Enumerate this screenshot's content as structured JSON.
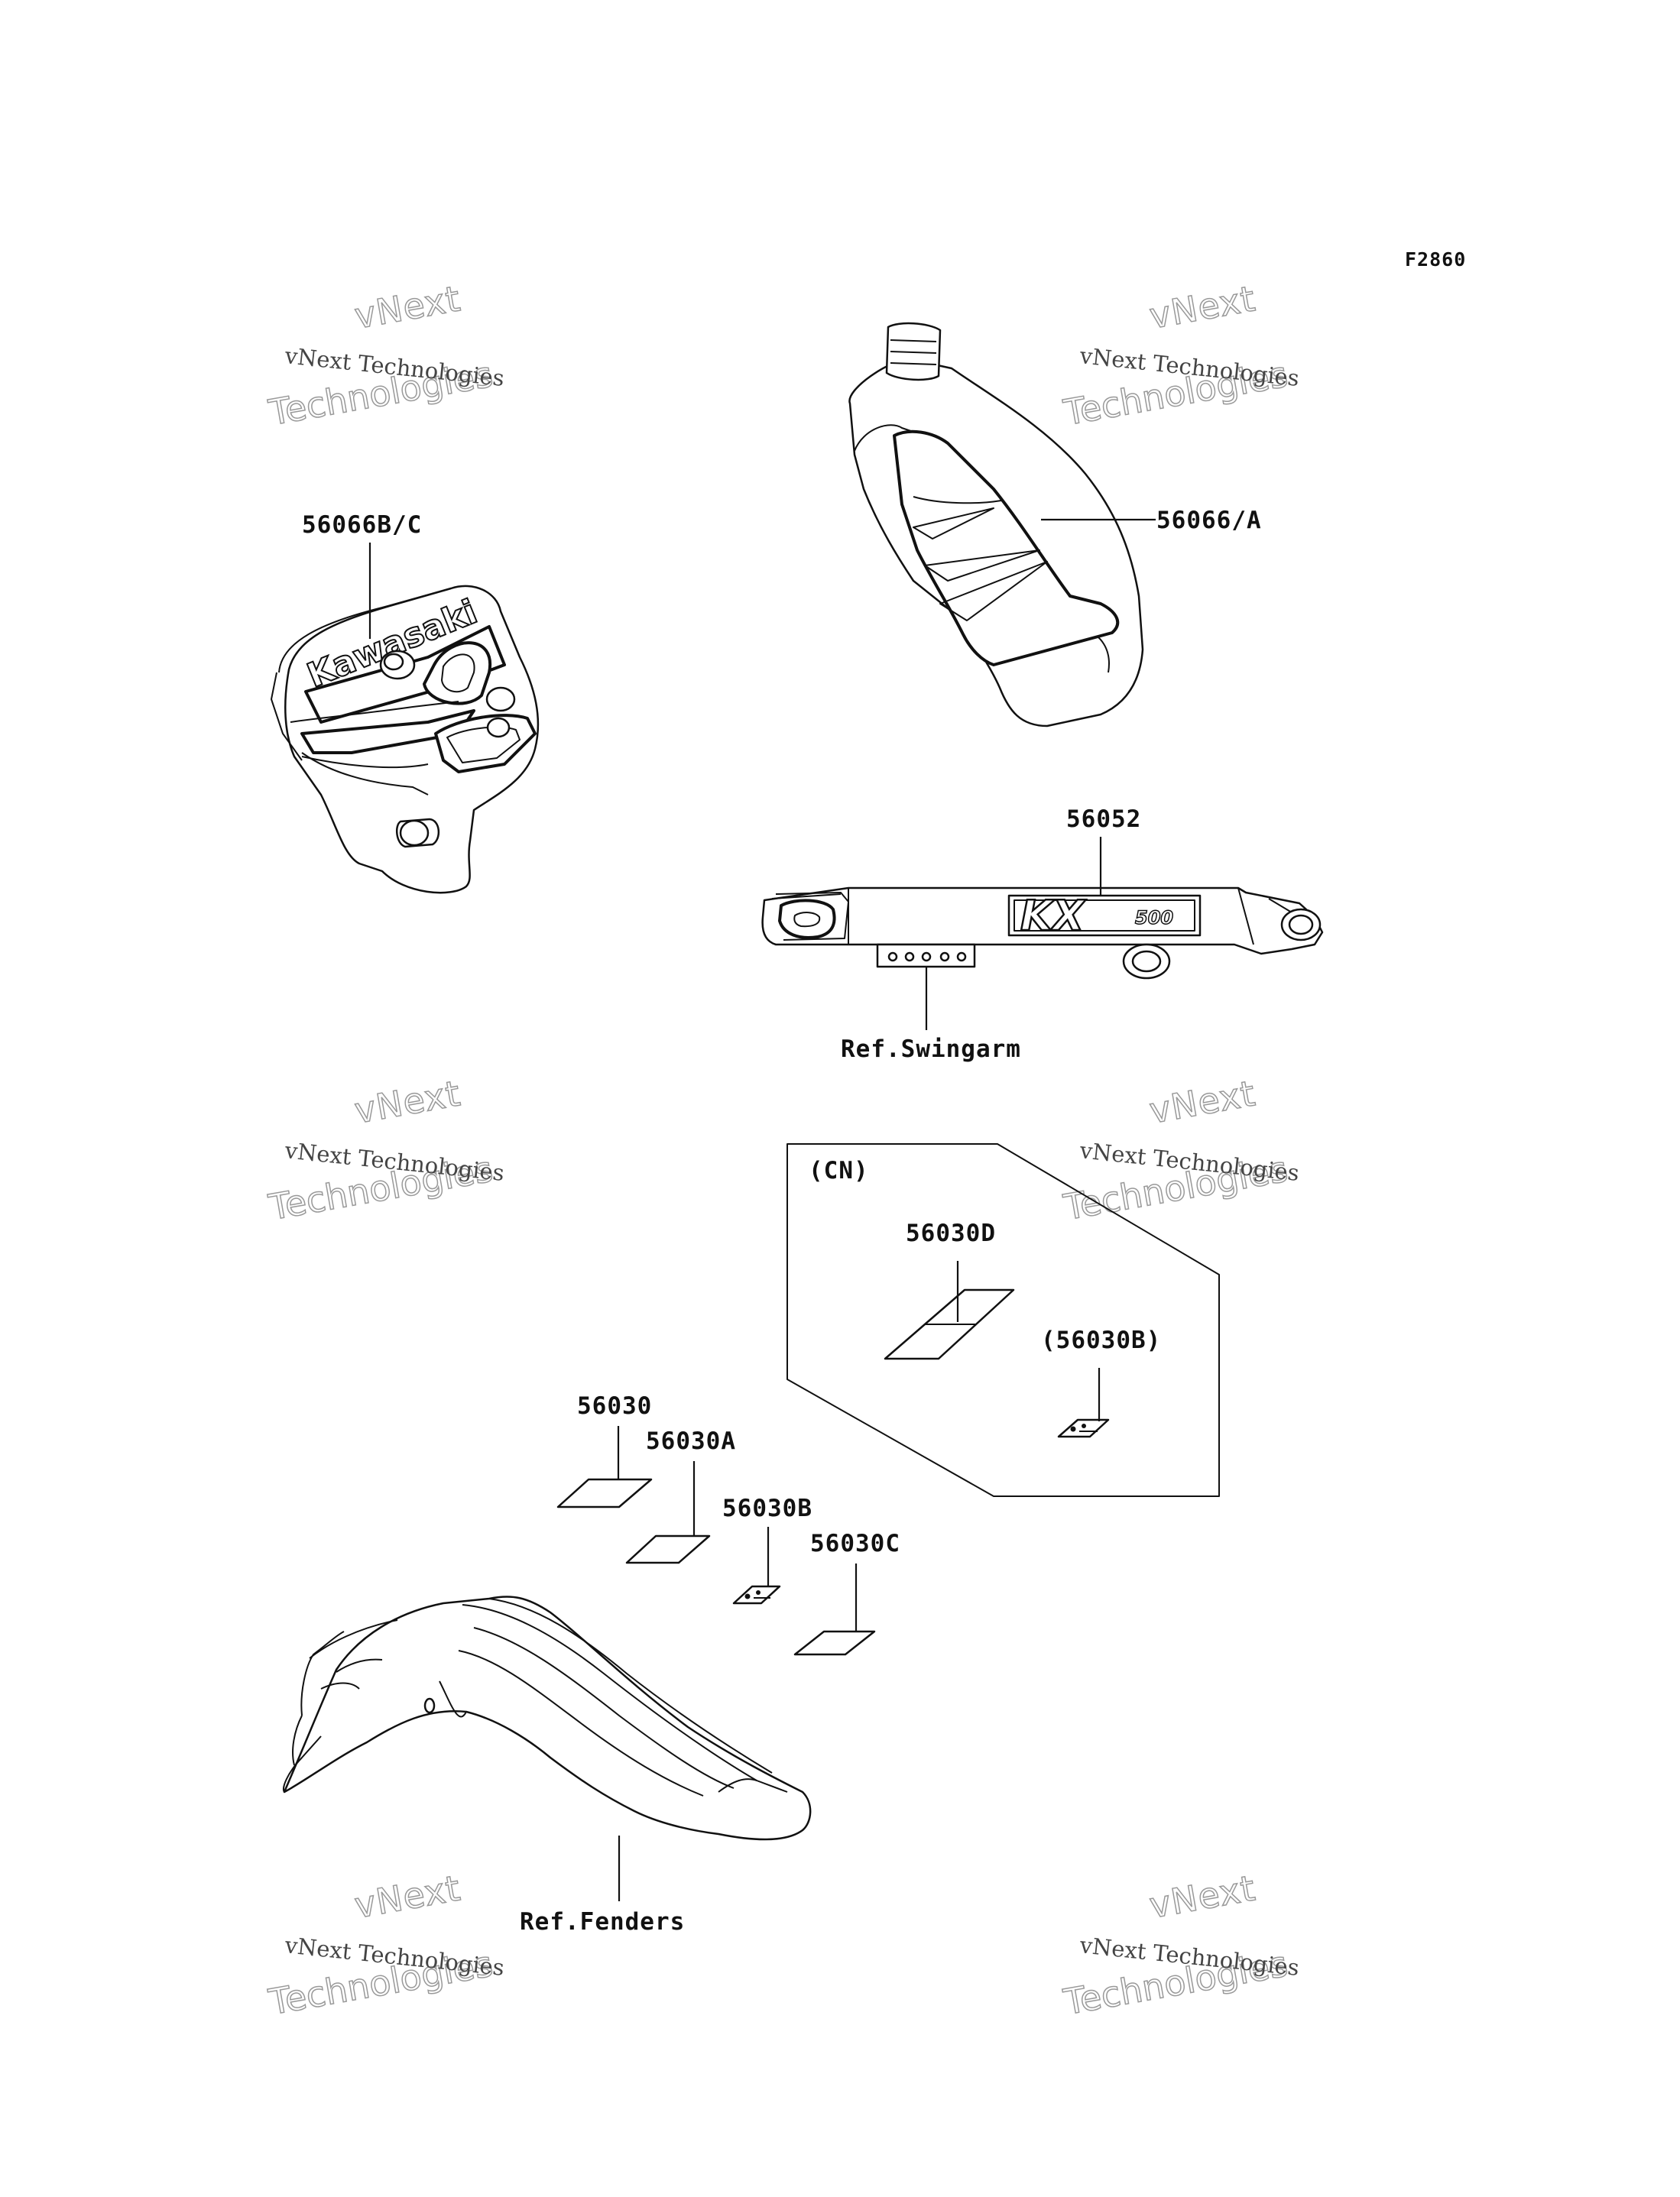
{
  "figure_code": "F2860",
  "watermark": {
    "line1": "vNext",
    "line2": "vNext Technologies",
    "line3": "Technologies"
  },
  "brand_text": "Kawasaki",
  "model_text": "KX",
  "model_number": "500",
  "labels": {
    "shroud": "56066B/C",
    "tank": "56066/A",
    "swingarm_decal": "56052",
    "swingarm_ref": "Ref.Swingarm",
    "region": "(CN)",
    "cn_d": "56030D",
    "cn_b": "(56030B)",
    "p56030": "56030",
    "p56030a": "56030A",
    "p56030b": "56030B",
    "p56030c": "56030C",
    "fender_ref": "Ref.Fenders"
  }
}
